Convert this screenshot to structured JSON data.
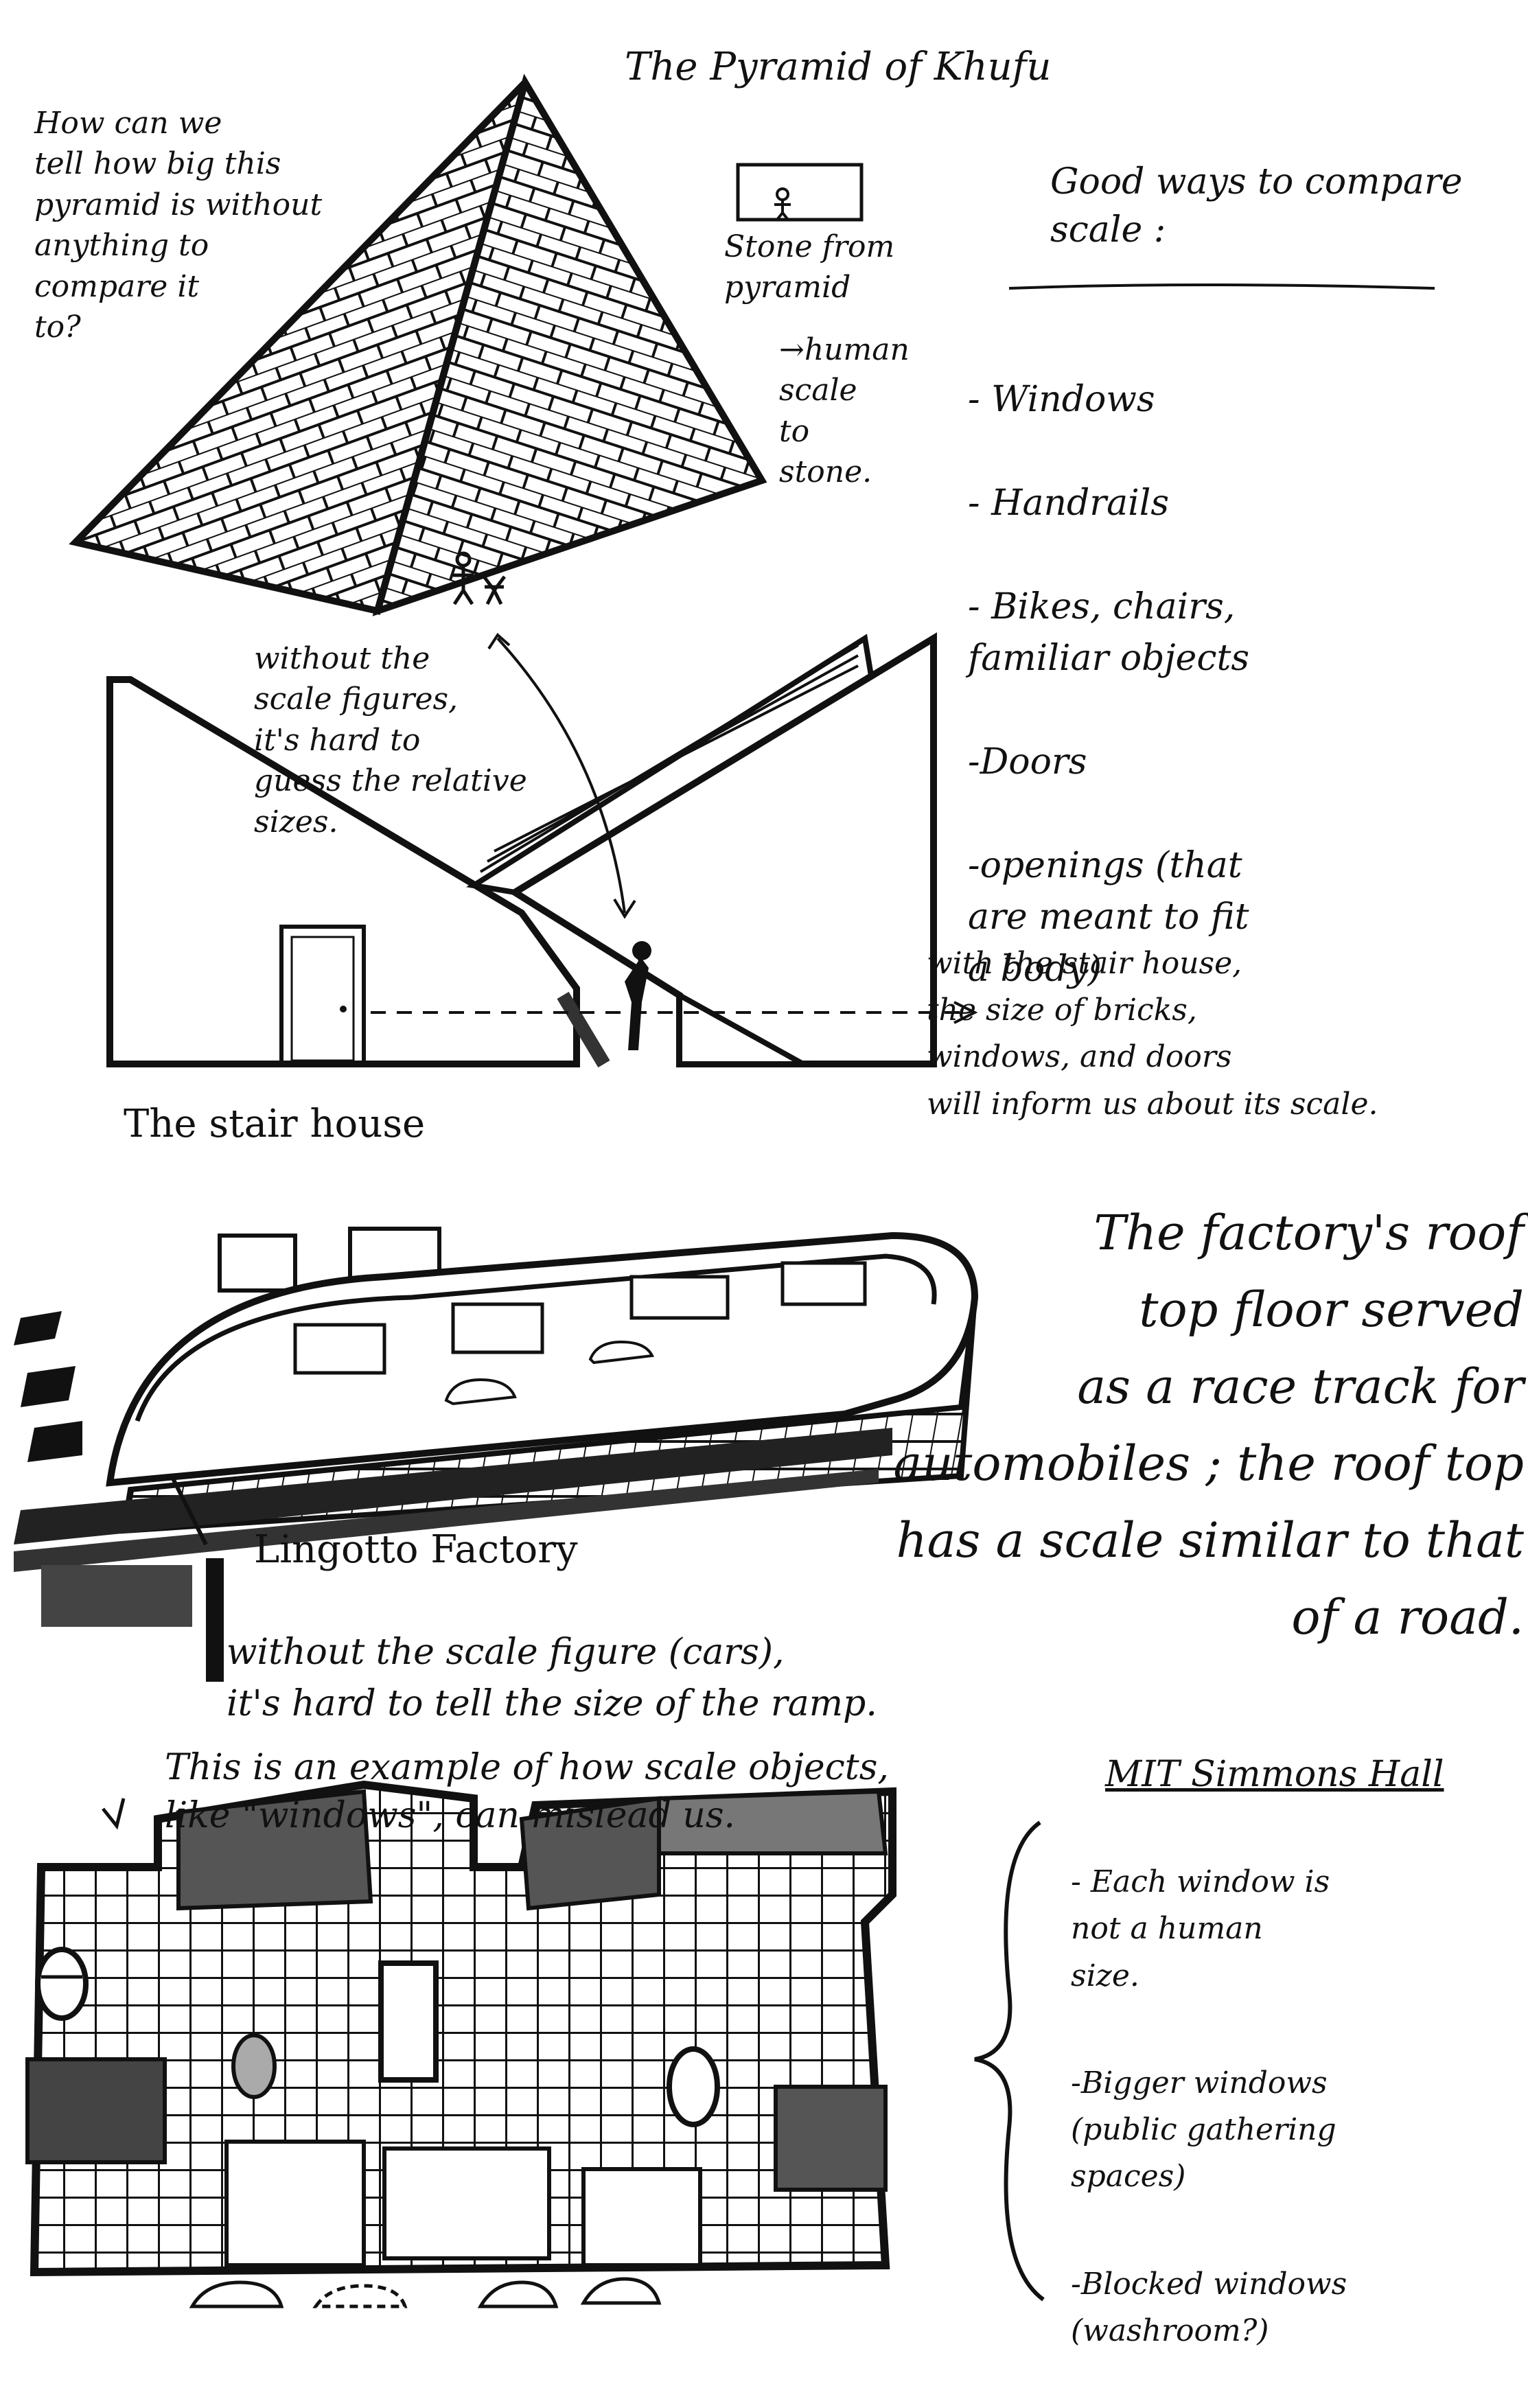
{
  "pyramid": {
    "title": "The Pyramid of Khufu",
    "question": "How can we\ntell how big this\npyramid is without\nanything to\ncompare it\nto?",
    "stone_note": "Stone from\npyramid",
    "scale_note": "→human\nscale\nto\nstone."
  },
  "compare": {
    "heading": "Good ways to compare\nscale :",
    "items": [
      "- Windows",
      "- Handrails",
      "- Bikes, chairs,\n  familiar objects",
      "-Doors",
      "-openings (that\nare meant to fit\na body)"
    ]
  },
  "stair_house": {
    "annotation": "without the\nscale figures,\nit's hard to\nguess the relative\nsizes.",
    "caption": "The stair house",
    "note": "with the stair house,\nthe size of bricks,\nwindows, and doors\nwill inform us about its scale."
  },
  "lingotto": {
    "main_text": "The factory's roof\ntop floor served\nas a race track for\nautomobiles ; the roof top\nhas a scale similar to that\nof a road.",
    "label": "Lingotto Factory",
    "note": "without the scale figure (cars),\nit's hard to tell the size of the ramp.",
    "example": "This is an example of how scale objects,\nlike \"windows\", can mislead us."
  },
  "simmons": {
    "heading": "MIT Simmons Hall",
    "items": [
      "- Each window is\nnot a human\nsize.",
      "-Bigger windows\n(public gathering\nspaces)",
      "-Blocked windows\n(washroom?)"
    ]
  }
}
